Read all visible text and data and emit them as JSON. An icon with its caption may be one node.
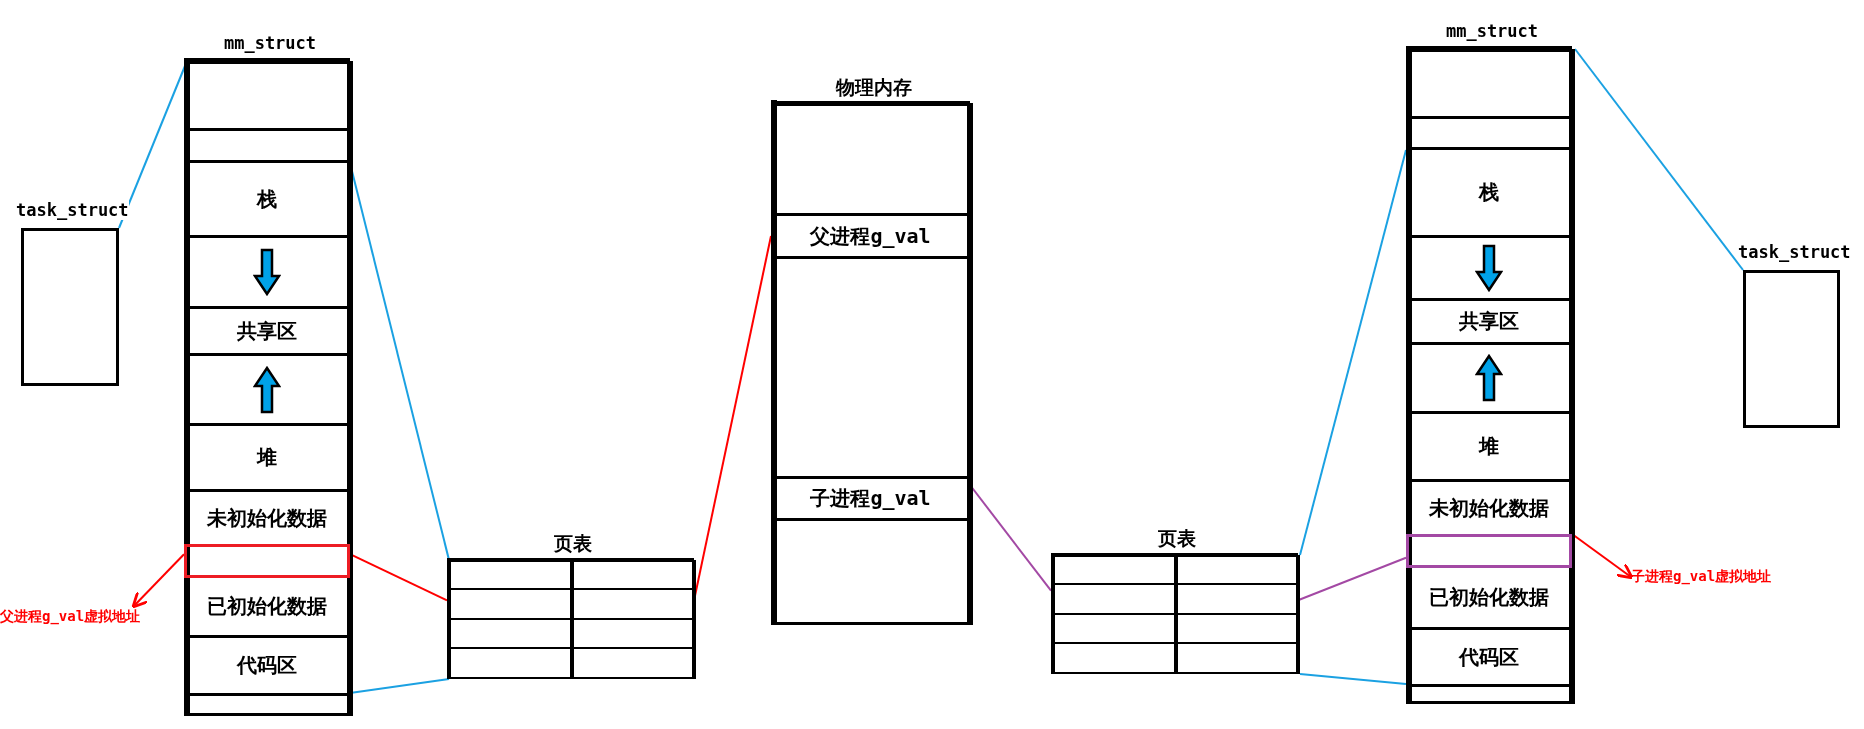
{
  "diagram": {
    "nodes": [
      {
        "text": [
          "task_struct"
        ]
      },
      {
        "text": [
          "mm_struct"
        ]
      },
      {
        "text": [],
        "shape": "box",
        "in": 1
      },
      {
        "text": [],
        "shape": "box",
        "in": 1
      },
      {
        "text": [
          "栈"
        ],
        "in": 1
      },
      {
        "text": [],
        "shape": "box",
        "in": 1
      },
      {
        "text": [
          "共享区"
        ],
        "in": 1
      },
      {
        "text": [],
        "shape": "box",
        "in": 1
      },
      {
        "text": [
          "堆"
        ],
        "in": 1
      },
      {
        "text": [
          "未初始化数据"
        ],
        "in": 1
      },
      {
        "text": [],
        "shape": "box",
        "in": 1
      },
      {
        "text": [
          "已初始化数据"
        ],
        "in": 1
      },
      {
        "text": [
          "代码区"
        ],
        "in": 1
      },
      {
        "text": [],
        "shape": "box",
        "in": 1
      },
      {
        "text": [
          "父进程g_val虚拟地址"
        ]
      },
      {
        "text": [
          "页表"
        ]
      },
      {
        "text": [],
        "shape": "box",
        "in": 15
      },
      {
        "text": [],
        "shape": "box",
        "in": 15
      },
      {
        "text": [],
        "shape": "box",
        "in": 15
      },
      {
        "text": [],
        "shape": "box",
        "in": 15
      },
      {
        "text": [],
        "shape": "box",
        "in": 15
      },
      {
        "text": [],
        "shape": "box",
        "in": 15
      },
      {
        "text": [],
        "shape": "box",
        "in": 15
      },
      {
        "text": [],
        "shape": "box",
        "in": 15
      },
      {
        "text": [
          "物理内存"
        ]
      },
      {
        "text": [],
        "shape": "box",
        "in": 24
      },
      {
        "text": [
          "父进程g_val"
        ],
        "in": 24
      },
      {
        "text": [],
        "shape": "box",
        "in": 24
      },
      {
        "text": [
          "子进程g_val"
        ],
        "in": 24
      },
      {
        "text": [],
        "shape": "box",
        "in": 24
      },
      {
        "text": [
          "页表"
        ]
      },
      {
        "text": [],
        "shape": "box",
        "in": 30
      },
      {
        "text": [],
        "shape": "box",
        "in": 30
      },
      {
        "text": [],
        "shape": "box",
        "in": 30
      },
      {
        "text": [],
        "shape": "box",
        "in": 30
      },
      {
        "text": [],
        "shape": "box",
        "in": 30
      },
      {
        "text": [],
        "shape": "box",
        "in": 30
      },
      {
        "text": [],
        "shape": "box",
        "in": 30
      },
      {
        "text": [],
        "shape": "box",
        "in": 30
      },
      {
        "text": [
          "mm_struct"
        ]
      },
      {
        "text": [],
        "shape": "box",
        "in": 39
      },
      {
        "text": [],
        "shape": "box",
        "in": 39
      },
      {
        "text": [
          "栈"
        ],
        "in": 39
      },
      {
        "text": [],
        "shape": "box",
        "in": 39
      },
      {
        "text": [
          "共享区"
        ],
        "in": 39
      },
      {
        "text": [],
        "shape": "box",
        "in": 39
      },
      {
        "text": [
          "堆"
        ],
        "in": 39
      },
      {
        "text": [
          "未初始化数据"
        ],
        "in": 39
      },
      {
        "text": [],
        "shape": "box",
        "in": 39
      },
      {
        "text": [
          "已初始化数据"
        ],
        "in": 39
      },
      {
        "text": [
          "代码区"
        ],
        "in": 39
      },
      {
        "text": [],
        "shape": "box",
        "in": 39
      },
      {
        "text": [
          "子进程g_val虚拟地址"
        ]
      },
      {
        "text": [
          "task_struct"
        ]
      }
    ],
    "edges": [
      {
        "from": 0,
        "to": 1,
        "arrow": "none",
        "color": "#1ba1e2"
      },
      {
        "from": 3,
        "to": 15,
        "arrow": "none",
        "color": "#1ba1e2"
      },
      {
        "from": 13,
        "to": 15,
        "arrow": "none",
        "color": "#1ba1e2"
      },
      {
        "from": 10,
        "to": 18,
        "arrow": "none",
        "color": "#ff0000"
      },
      {
        "from": 19,
        "to": 26,
        "arrow": "none",
        "color": "#ff0000"
      },
      {
        "from": 10,
        "to": 14,
        "arrow": "to",
        "color": "#ff0000"
      },
      {
        "from": 28,
        "to": 33,
        "arrow": "none",
        "color": "#a349a4"
      },
      {
        "from": 34,
        "to": 48,
        "arrow": "none",
        "color": "#a349a4"
      },
      {
        "from": 48,
        "to": 52,
        "arrow": "to",
        "color": "#ff0000"
      },
      {
        "from": 30,
        "to": 41,
        "arrow": "none",
        "color": "#1ba1e2"
      },
      {
        "from": 30,
        "to": 51,
        "arrow": "none",
        "color": "#1ba1e2"
      },
      {
        "from": 39,
        "to": 53,
        "arrow": "none",
        "color": "#1ba1e2"
      }
    ]
  }
}
